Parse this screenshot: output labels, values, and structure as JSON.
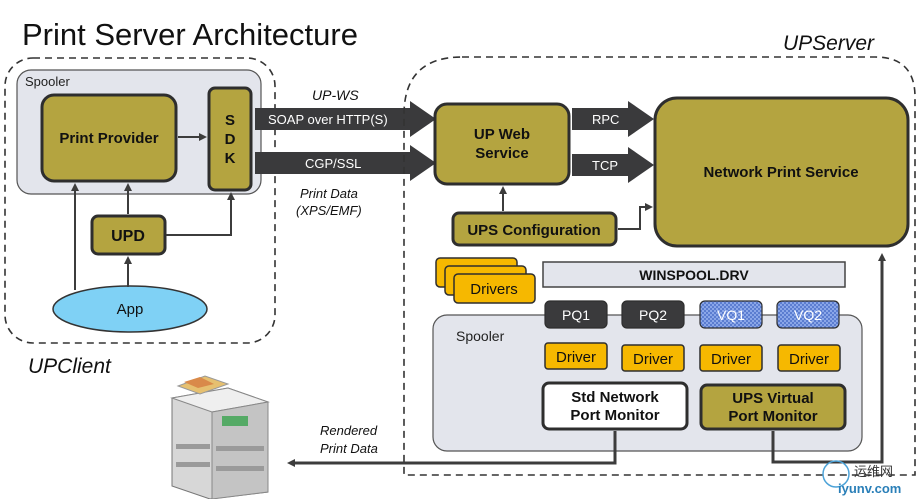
{
  "title": "Print Server Architecture",
  "colors": {
    "box_fill": "#b4a440",
    "box_stroke": "#2e2e2e",
    "panel_fill": "#e3e5ec",
    "dark_bar": "#3a3a3c",
    "driver_fill": "#f6b800",
    "app_fill": "#7fd1f5",
    "vq_fill": "#5b7dd0",
    "arrow": "#3c3c3c"
  },
  "client": {
    "region_label": "UPClient",
    "spooler_label": "Spooler",
    "print_provider": "Print Provider",
    "sdk_letters": [
      "S",
      "D",
      "K"
    ],
    "upd": "UPD",
    "app": "App"
  },
  "connections": {
    "upws_label": "UP-WS",
    "soap_label": "SOAP over  HTTP(S)",
    "cgp_label": "CGP/SSL",
    "print_data_label_1": "Print Data",
    "print_data_label_2": "(XPS/EMF)",
    "rpc_label": "RPC",
    "tcp_label": "TCP",
    "rendered_label_1": "Rendered",
    "rendered_label_2": "Print Data"
  },
  "server": {
    "region_label": "UPServer",
    "web_service_1": "UP Web",
    "web_service_2": "Service",
    "network_print_service": "Network Print Service",
    "ups_configuration": "UPS Configuration",
    "drivers_stack": "Drivers",
    "winspool": "WINSPOOL.DRV",
    "spooler_label": "Spooler",
    "queues": [
      "PQ1",
      "PQ2",
      "VQ1",
      "VQ2"
    ],
    "driver_label": "Driver",
    "std_monitor_1": "Std Network",
    "std_monitor_2": "Port Monitor",
    "ups_monitor_1": "UPS Virtual",
    "ups_monitor_2": "Port Monitor"
  },
  "watermark": {
    "line1": "运维网",
    "line2": "iyunv.com"
  }
}
